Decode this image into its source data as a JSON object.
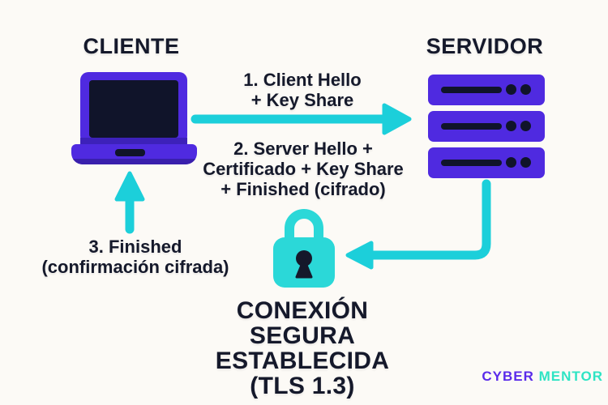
{
  "diagram_title_implicit": "TLS 1.3 handshake",
  "client": {
    "title": "CLIENTE"
  },
  "server": {
    "title": "SERVIDOR"
  },
  "messages": {
    "step1": {
      "line1": "1. Client Hello",
      "line2": "+ Key Share"
    },
    "step2": {
      "line1": "2. Server Hello +",
      "line2": "Certificado + Key Share",
      "line3": "+ Finished (cifrado)"
    },
    "step3": {
      "line1": "3. Finished",
      "line2": "(confirmación cifrada)"
    }
  },
  "status": {
    "line1": "CONEXIÓN SEGURA",
    "line2": "ESTABLECIDA",
    "line3": "(TLS 1.3)"
  },
  "logo": {
    "cyber": "CYBER",
    "mentor": "MENTOR"
  },
  "icons": {
    "laptop-icon": "purple laptop shape",
    "server-icon": "purple 3-unit server rack shape",
    "lock-icon": "cyan closed padlock with dark keyhole",
    "arrow-client-to-server-icon": "cyan right arrow",
    "arrow-server-to-lock-icon": "cyan elbow arrow down-then-left",
    "arrow-up-to-client-icon": "cyan up arrow"
  },
  "colors": {
    "background": "#FCFAF6",
    "purple": "#4F2AE0",
    "purple_dark": "#391FAC",
    "navy": "#10142A",
    "text_navy": "#15192B",
    "arrow_cyan": "#1CCFDA",
    "lock_cyan": "#2BD8D8",
    "logo_purple": "#5A2BEA",
    "logo_teal": "#2EE4C4"
  }
}
